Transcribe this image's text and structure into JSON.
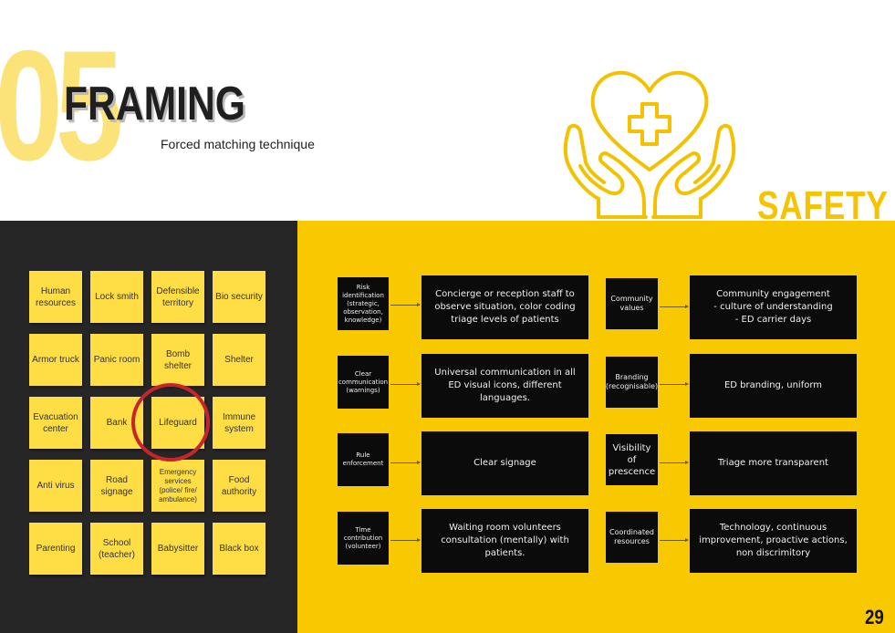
{
  "header": {
    "section_number": "05",
    "title": "FRAMING",
    "subtitle": "Forced matching technique",
    "theme": "SAFETY",
    "icon": "heart-with-cross-in-hands-icon"
  },
  "sticky_notes": [
    "Human resources",
    "Lock smith",
    "Defensible territory",
    "Bio security",
    "Armor truck",
    "Panic room",
    "Bomb shelter",
    "Shelter",
    "Evacuation center",
    "Bank",
    "Lifeguard",
    "Immune system",
    "Anti virus",
    "Road signage",
    "Emergency services (police/ fire/ ambulance)",
    "Food authority",
    "Parenting",
    "School (teacher)",
    "Babysitter",
    "Black box"
  ],
  "highlighted_note": "Lifeguard",
  "mapping_left": [
    {
      "source": "Risk identification (strategic, observation, knowledge)",
      "result": "Concierge or reception staff to observe situation, color coding triage levels of patients"
    },
    {
      "source": "Clear communication (warnings)",
      "result": "Universal communication in all ED visual icons, different languages."
    },
    {
      "source": "Rule enforcement",
      "result": "Clear signage"
    },
    {
      "source": "Time contribution (volunteer)",
      "result": "Waiting room volunteers consultation (mentally) with patients."
    }
  ],
  "mapping_right": [
    {
      "source": "Community values",
      "result": "Community engagement\n- culture of understanding\n- ED carrier days"
    },
    {
      "source": "Branding (recognisable)",
      "result": "ED branding, uniform"
    },
    {
      "source": "Visibility of prescence",
      "result": "Triage more transparent"
    },
    {
      "source": "Coordinated resources",
      "result": "Technology, continuous improvement, proactive actions, non discrimitory"
    }
  ],
  "page_number": "29",
  "colors": {
    "yellow": "#f8c800",
    "dark": "#262626",
    "note": "#ffdd44",
    "circle": "#c8252b",
    "faded_number": "#fbe37a"
  }
}
